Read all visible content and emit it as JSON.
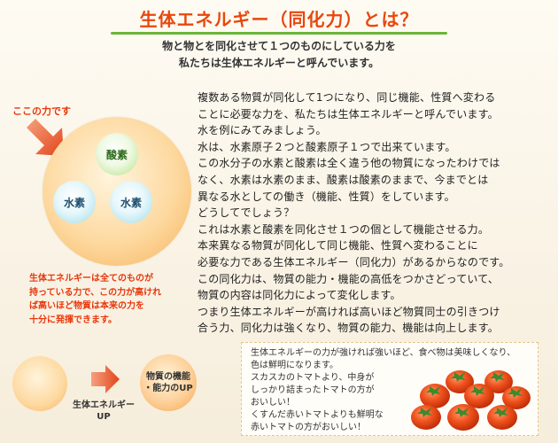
{
  "header": {
    "title": "生体エネルギー（同化力）とは？",
    "subtitle_lines": [
      "物と物とを同化させて１つのものにしている力を",
      "私たちは生体エネルギーと呼んでいます。"
    ]
  },
  "diagram": {
    "callout_label": "ここの力です",
    "atom_top": "酸素",
    "atom_left": "水素",
    "atom_right": "水素",
    "note_lines": [
      "生体エネルギーは全てのものが",
      "持っている力で、この力が高けれ",
      "ば高いほど物質は本来の力を",
      "十分に発揮できます。"
    ]
  },
  "body_lines": [
    "複数ある物質が同化して1つになり、同じ機能、性質へ変わる",
    "ことに必要な力を、私たちは生体エネルギーと呼んでいます。",
    "水を例にみてみましょう。",
    "水は、水素原子２つと酸素原子１つで出来ています。",
    "この水分子の水素と酸素は全く違う他の物質になったわけでは",
    "なく、水素は水素のまま、酸素は酸素のままで、今までとは",
    "異なる水としての働き（機能、性質）をしています。",
    "どうしてでしょう？",
    "これは水素と酸素を同化させ１つの個として機能させる力。",
    "本来異なる物質が同化して同じ機能、性質へ変わることに",
    "必要な力である生体エネルギー（同化力）があるからなのです。",
    "この同化力は、物質の能力・機能の高低をつかさどっていて、",
    "物質の内容は同化力によって変化します。",
    "つまり生体エネルギーが高ければ高いほど物質同士の引きつけ",
    "合う力、同化力は強くなり、物質の能力、機能は向上します。"
  ],
  "bottom": {
    "up_label_lines": [
      "生体エネルギー",
      "UP"
    ],
    "result_lines": [
      "物質の機能",
      "・能力のUP"
    ]
  },
  "tomato_box": {
    "lines": [
      "生体エネルギーの力が強ければ強いほど、食べ物は美味しくなり、",
      "色は鮮明になります。",
      "スカスカのトマトより、中身が",
      "しっかり詰まったトマトの方が",
      "おいしい！",
      "くすんだ赤いトマトよりも鮮明な",
      "赤いトマトの方がおいしい！"
    ]
  },
  "colors": {
    "title": "#e8470c",
    "rule": "#69b43a",
    "note": "#e8370c"
  }
}
